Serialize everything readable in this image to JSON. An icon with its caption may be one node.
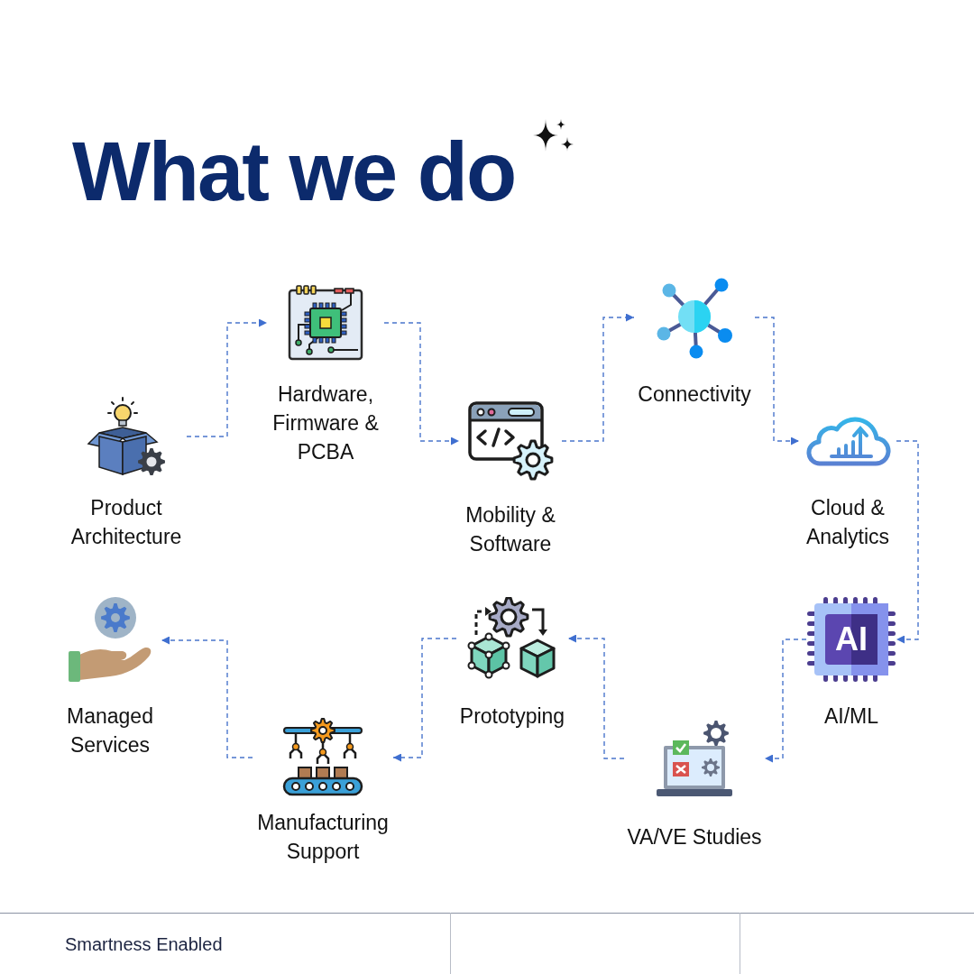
{
  "diagram": {
    "title": "What we do",
    "nodes": [
      {
        "text": [
          "Product Architecture"
        ]
      },
      {
        "text": [
          "Hardware, Firmware & PCBA"
        ]
      },
      {
        "text": [
          "Mobility & Software"
        ]
      },
      {
        "text": [
          "Connectivity"
        ]
      },
      {
        "text": [
          "Cloud & Analytics"
        ]
      },
      {
        "text": [
          "AI/ML"
        ]
      },
      {
        "text": [
          "VA/VE Studies"
        ]
      },
      {
        "text": [
          "Prototyping"
        ]
      },
      {
        "text": [
          "Manufacturing Support"
        ]
      },
      {
        "text": [
          "Managed Services"
        ]
      }
    ],
    "edges": [
      {
        "from": 0,
        "to": 1,
        "arrow": "to"
      },
      {
        "from": 1,
        "to": 2,
        "arrow": "to"
      },
      {
        "from": 2,
        "to": 3,
        "arrow": "to"
      },
      {
        "from": 3,
        "to": 4,
        "arrow": "to"
      },
      {
        "from": 4,
        "to": 5,
        "arrow": "to"
      },
      {
        "from": 5,
        "to": 6,
        "arrow": "to"
      },
      {
        "from": 6,
        "to": 7,
        "arrow": "to"
      },
      {
        "from": 7,
        "to": 8,
        "arrow": "to"
      },
      {
        "from": 8,
        "to": 9,
        "arrow": "to"
      }
    ],
    "labels": [
      "AI",
      "Smartness Enabled"
    ]
  }
}
